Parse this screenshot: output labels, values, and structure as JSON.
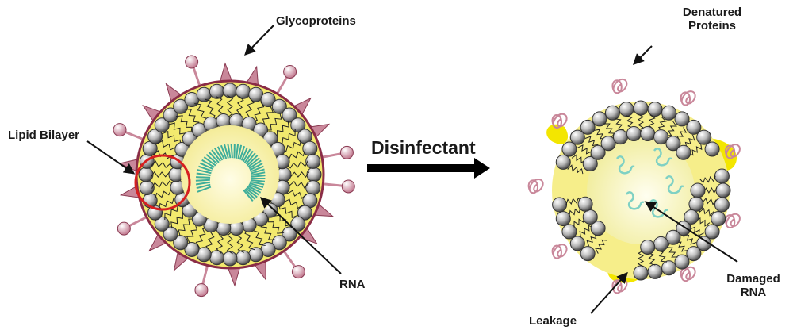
{
  "labels": {
    "glycoproteins": "Glycoproteins",
    "lipid_bilayer": "Lipid Bilayer",
    "rna": "RNA",
    "disinfectant": "Disinfectant",
    "denatured_line1": "Denatured",
    "denatured_line2": "Proteins",
    "damaged_line1": "Damaged",
    "damaged_line2": "RNA",
    "leakage": "Leakage"
  },
  "colors": {
    "membrane_fill": "#f4ec7a",
    "core_fill": "#fbf8c8",
    "spike": "#c9879a",
    "spike_dark": "#8a3a52",
    "head_fill": "#9a9a9a",
    "rna": "#3fae9a",
    "highlight_circle": "#d62020",
    "leak": "#f3e600"
  }
}
